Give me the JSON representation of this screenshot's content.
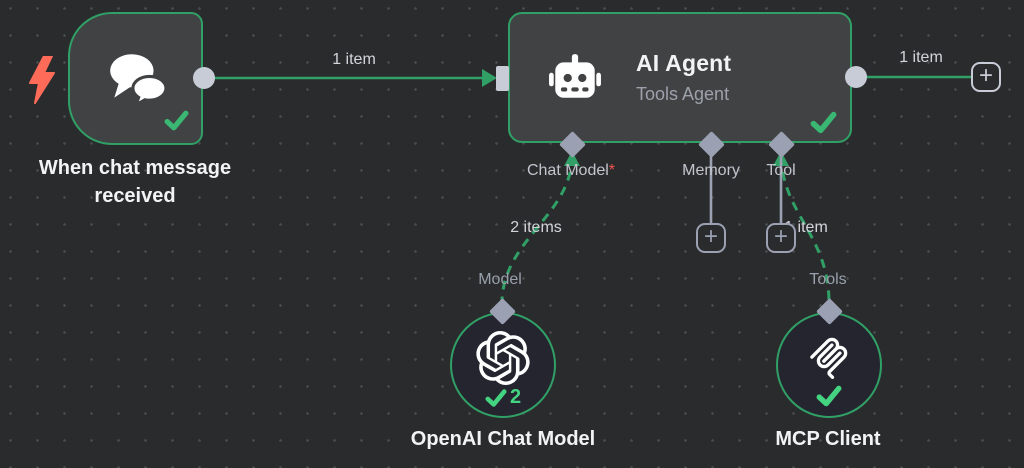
{
  "workflow": {
    "trigger": {
      "name": "When chat message received"
    },
    "agent": {
      "title": "AI Agent",
      "subtitle": "Tools Agent"
    },
    "openai": {
      "name": "OpenAI Chat Model",
      "runs": "2"
    },
    "mcp": {
      "name": "MCP Client"
    }
  },
  "connections": {
    "trigger_to_agent": {
      "label": "1 item"
    },
    "agent_output": {
      "label": "1 item"
    },
    "model_link": {
      "label": "2 items"
    },
    "tool_link": {
      "label": "1 item"
    }
  },
  "ports": {
    "chat_model": {
      "label": "Chat Model",
      "required_marker": "*"
    },
    "memory": {
      "label": "Memory"
    },
    "tool": {
      "label": "Tool"
    },
    "model": {
      "label": "Model"
    },
    "tools": {
      "label": "Tools"
    }
  },
  "buttons": {
    "plus": "+"
  },
  "colors": {
    "accent_green": "#30a066",
    "check_green": "#3ab873",
    "bright_green": "#44d381",
    "handle_gray": "#9ba1b3",
    "handle_light": "#c7ccd7",
    "error_red": "#ff6b59",
    "node_fill": "#414244",
    "bg": "#2a2b2d",
    "circle_fill": "#24252f"
  }
}
